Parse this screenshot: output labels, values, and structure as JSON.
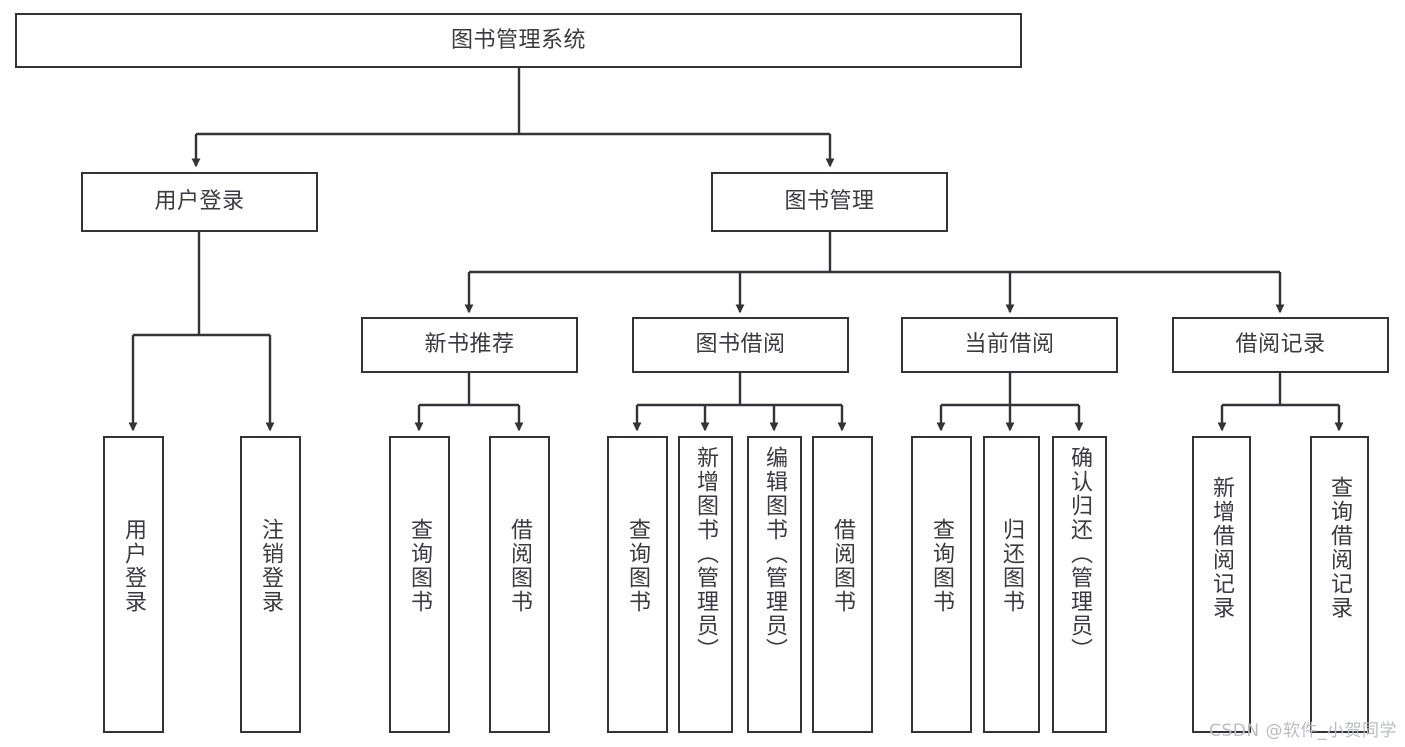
{
  "diagram": {
    "title": "图书管理系统",
    "type": "tree",
    "root": {
      "label": "图书管理系统"
    },
    "level2": [
      {
        "label": "用户登录"
      },
      {
        "label": "图书管理"
      }
    ],
    "level3": [
      {
        "label": "新书推荐"
      },
      {
        "label": "图书借阅"
      },
      {
        "label": "当前借阅"
      },
      {
        "label": "借阅记录"
      }
    ],
    "leaves": {
      "user_login": [
        {
          "label": "用户登录"
        },
        {
          "label": "注销登录"
        }
      ],
      "new_book_recommend": [
        {
          "label": "查询图书"
        },
        {
          "label": "借阅图书"
        }
      ],
      "book_borrow": [
        {
          "label": "查询图书"
        },
        {
          "label": "新增图书（管理员）"
        },
        {
          "label": "编辑图书（管理员）"
        },
        {
          "label": "借阅图书"
        }
      ],
      "current_borrow": [
        {
          "label": "查询图书"
        },
        {
          "label": "归还图书"
        },
        {
          "label": "确认归还（管理员）"
        }
      ],
      "borrow_record": [
        {
          "label": "新增借阅记录"
        },
        {
          "label": "查询借阅记录"
        }
      ]
    }
  },
  "watermark": {
    "text": "CSDN @软件_小贺同学"
  },
  "colors": {
    "stroke": "#33333a",
    "text": "#3a3a42",
    "background": "#ffffff",
    "watermark": "#b9bcc2"
  }
}
